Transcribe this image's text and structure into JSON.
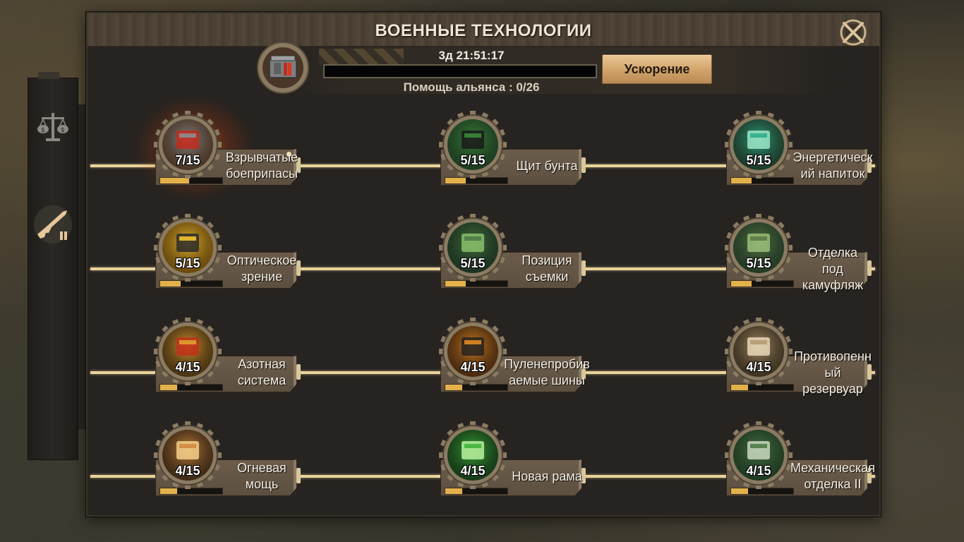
{
  "window": {
    "title": "ВОЕННЫЕ ТЕХНОЛОГИИ"
  },
  "research": {
    "timer": "3д 21:51:17",
    "progress": 0.0,
    "alliance_help": "Помощь альянса : 0/26",
    "speedup_label": "Ускорение"
  },
  "sidebar": {
    "items": [
      {
        "icon": "scales-icon",
        "active": false
      },
      {
        "icon": "rifle-icon",
        "active": true
      }
    ]
  },
  "techs": [
    {
      "name": "Взрывчатые боеприпасы",
      "level": "7/15",
      "progress": 0.47,
      "icon": "ammo-crate-icon",
      "active": true
    },
    {
      "name": "Щит бунта",
      "level": "5/15",
      "progress": 0.33,
      "icon": "riot-shield-icon"
    },
    {
      "name": "Энергетический напиток",
      "level": "5/15",
      "progress": 0.33,
      "icon": "energy-drink-icon"
    },
    {
      "name": "Оптическое зрение",
      "level": "5/15",
      "progress": 0.33,
      "icon": "scope-icon"
    },
    {
      "name": "Позиция съемки",
      "level": "5/15",
      "progress": 0.33,
      "icon": "sniper-position-icon"
    },
    {
      "name": "Отделка под камуфляж",
      "level": "5/15",
      "progress": 0.33,
      "icon": "camouflage-icon"
    },
    {
      "name": "Азотная система",
      "level": "4/15",
      "progress": 0.27,
      "icon": "nitro-icon"
    },
    {
      "name": "Пуленепробиваемые шины",
      "level": "4/15",
      "progress": 0.27,
      "icon": "tire-icon"
    },
    {
      "name": "Противопенный резервуар",
      "level": "4/15",
      "progress": 0.27,
      "icon": "tank-reservoir-icon"
    },
    {
      "name": "Огневая мощь",
      "level": "4/15",
      "progress": 0.27,
      "icon": "gun-fire-icon"
    },
    {
      "name": "Новая рама",
      "level": "4/15",
      "progress": 0.27,
      "icon": "car-frame-icon"
    },
    {
      "name": "Механическая отделка II",
      "level": "4/15",
      "progress": 0.27,
      "icon": "engine-icon"
    }
  ],
  "tech_display_names": [
    "Взрывчатые\nбоеприпасы",
    "Щит бунта",
    "Энергетическ\nий напиток",
    "Оптическое\nзрение",
    "Позиция\nсъемки",
    "Отделка под\nкамуфляж",
    "Азотная\nсистема",
    "Пуленепробив\nаемые шины",
    "Противопенн\nый резервуар",
    "Огневая мощь",
    "Новая рама",
    "Механическая\nотделка II"
  ],
  "colors": {
    "accent": "#e3b14a",
    "line": "#e8d49a",
    "button": "#d1a36a"
  }
}
